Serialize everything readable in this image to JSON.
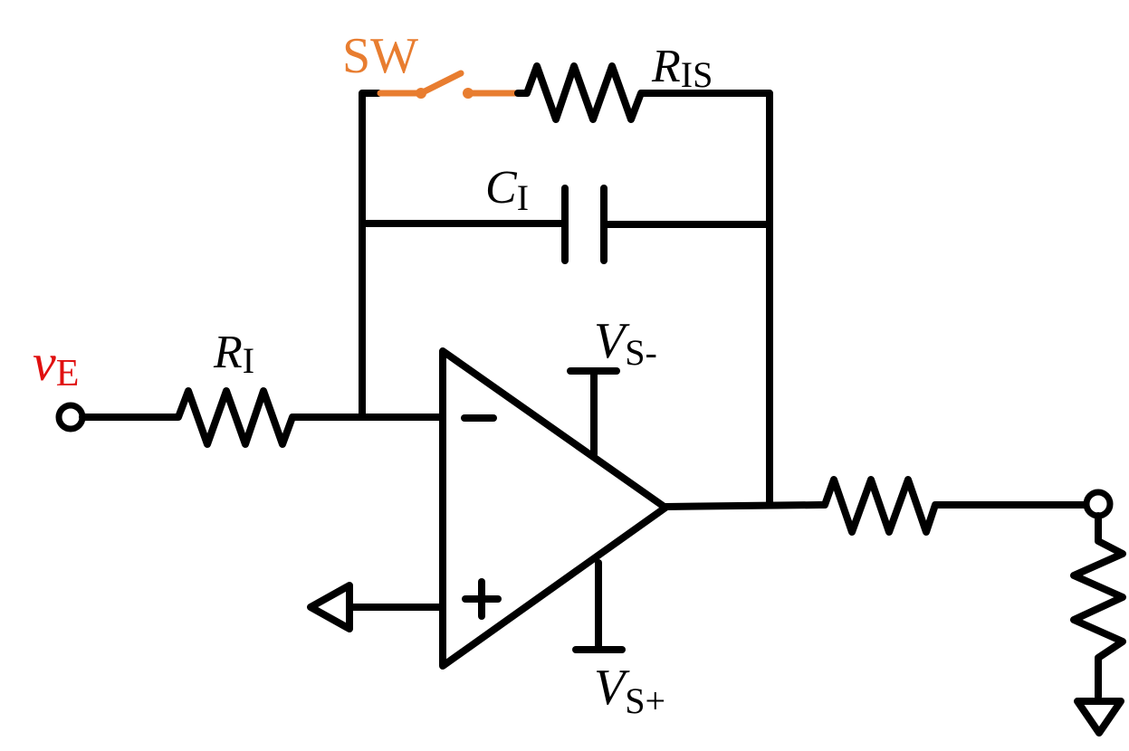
{
  "diagram": {
    "type": "circuit-schematic",
    "description": "Inverting op-amp integrator with switched reset resistor",
    "colors": {
      "wire": "#000000",
      "switch": "#e87d30",
      "input_label": "#e01010"
    },
    "labels": {
      "switch": {
        "main": "SW"
      },
      "reset_resistor": {
        "main": "R",
        "sub": "IS"
      },
      "integrating_capacitor": {
        "main": "C",
        "sub": "I"
      },
      "input_resistor": {
        "main": "R",
        "sub": "I"
      },
      "input_voltage": {
        "main": "v",
        "sub": "E"
      },
      "supply_negative": {
        "main": "V",
        "sub": "S-"
      },
      "supply_positive": {
        "main": "V",
        "sub": "S+"
      },
      "inverting_input": "−",
      "noninverting_input": "+"
    },
    "components": [
      {
        "id": "SW",
        "kind": "switch",
        "state": "open"
      },
      {
        "id": "R_IS",
        "kind": "resistor"
      },
      {
        "id": "C_I",
        "kind": "capacitor"
      },
      {
        "id": "R_I",
        "kind": "resistor"
      },
      {
        "id": "opamp",
        "kind": "operational-amplifier"
      },
      {
        "id": "R_out",
        "kind": "resistor"
      },
      {
        "id": "R_load",
        "kind": "resistor"
      },
      {
        "id": "gnd_noninv",
        "kind": "ground"
      },
      {
        "id": "gnd_load",
        "kind": "ground"
      }
    ]
  }
}
